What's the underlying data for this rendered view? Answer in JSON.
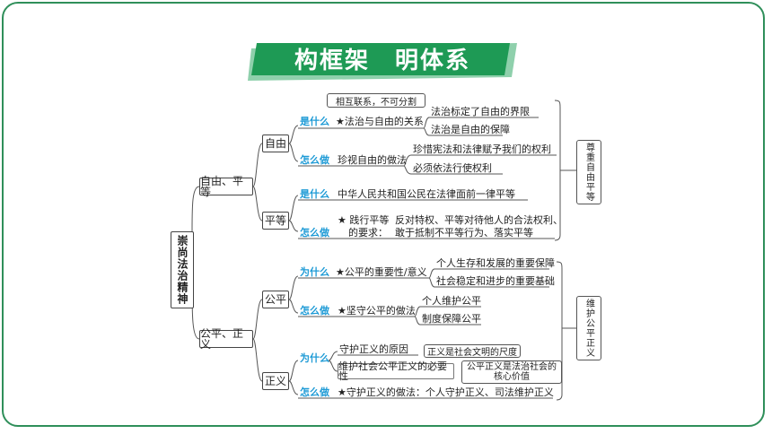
{
  "title": "构框架　明体系",
  "root": "崇尚法治精神",
  "branches": {
    "freedom_equality": "自由、平等",
    "fairness_justice": "公平、正义"
  },
  "freedom": {
    "label": "自由",
    "what_q": "是什么",
    "what_item": "★法治与自由的关系",
    "callout": "相互联系，不可分割",
    "what_1": "法治标定了自由的界限",
    "what_2": "法治是自由的保障",
    "how_q": "怎么做",
    "how_item": "珍视自由的做法",
    "how_1": "珍惜宪法和法律赋予我们的权利",
    "how_2": "必须依法行使权利"
  },
  "equality": {
    "label": "平等",
    "what_q": "是什么",
    "what_item": "中华人民共和国公民在法律面前一律平等",
    "how_q": "怎么做",
    "how_item_1": "★ 践行平等",
    "how_item_2": "的要求：",
    "how_1": "反对特权、平等对待他人的合法权利、",
    "how_2": "敢于抵制不平等行为、落实平等"
  },
  "side_top": "尊重自由平等",
  "fairness": {
    "label": "公平",
    "why_q": "为什么",
    "why_item": "★公平的重要性/意义",
    "why_1": "个人生存和发展的重要保障",
    "why_2": "社会稳定和进步的重要基础",
    "how_q": "怎么做",
    "how_item": "★坚守公平的做法",
    "how_1": "个人维护公平",
    "how_2": "制度保障公平"
  },
  "justice": {
    "label": "正义",
    "why_q": "为什么",
    "why_item_1": "守护正义的原因",
    "why_callout_1": "正义是社会文明的尺度",
    "why_item_2": "维护社会公平正义的必要性",
    "why_callout_2": "公平正义是法治社会的核心价值",
    "how_q": "怎么做",
    "how_item": "★守护正义的做法：个人守护正义、司法维护正义"
  },
  "side_bottom": "维护公平正义"
}
